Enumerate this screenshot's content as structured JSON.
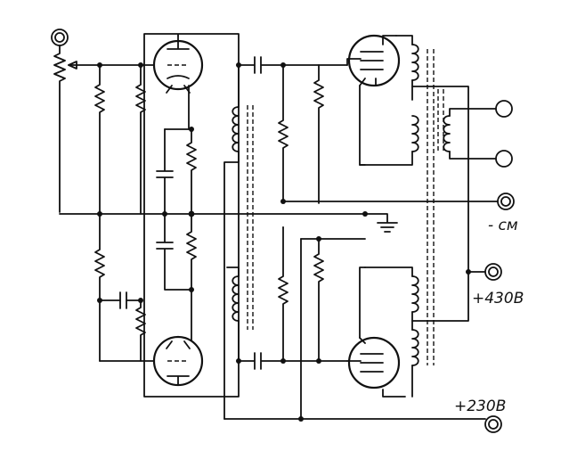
{
  "labels": {
    "bias": "- см",
    "plate_supply": "+430В",
    "screen_supply": "+230В"
  }
}
